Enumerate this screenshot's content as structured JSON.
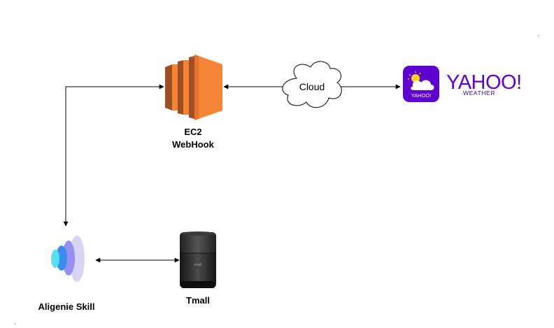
{
  "nodes": {
    "ec2": {
      "line1": "EC2",
      "line2": "WebHook"
    },
    "cloud": {
      "label": "Cloud"
    },
    "yahoo": {
      "badge_text": "YAHOO!",
      "brand_word": "YAHOO!",
      "sub_word": "WEATHER"
    },
    "aligenie": {
      "label": "Aligenie Skill"
    },
    "tmall": {
      "label": "Tmall",
      "device_text": "tmall"
    }
  },
  "colors": {
    "ec2_orange": "#f58536",
    "ec2_dark": "#9d5025",
    "yahoo_purple": "#5f01d1",
    "yahoo_badge": "#410093",
    "aligenie_blue": "#3c8cf0",
    "aligenie_cyan": "#55e0f5",
    "speaker_body": "#2a2a2a"
  },
  "icons": {
    "ec2": "aws-ec2-icon",
    "cloud": "cloud-icon",
    "yahoo": "yahoo-weather-icon",
    "aligenie": "aligenie-icon",
    "tmall": "smart-speaker-icon"
  }
}
